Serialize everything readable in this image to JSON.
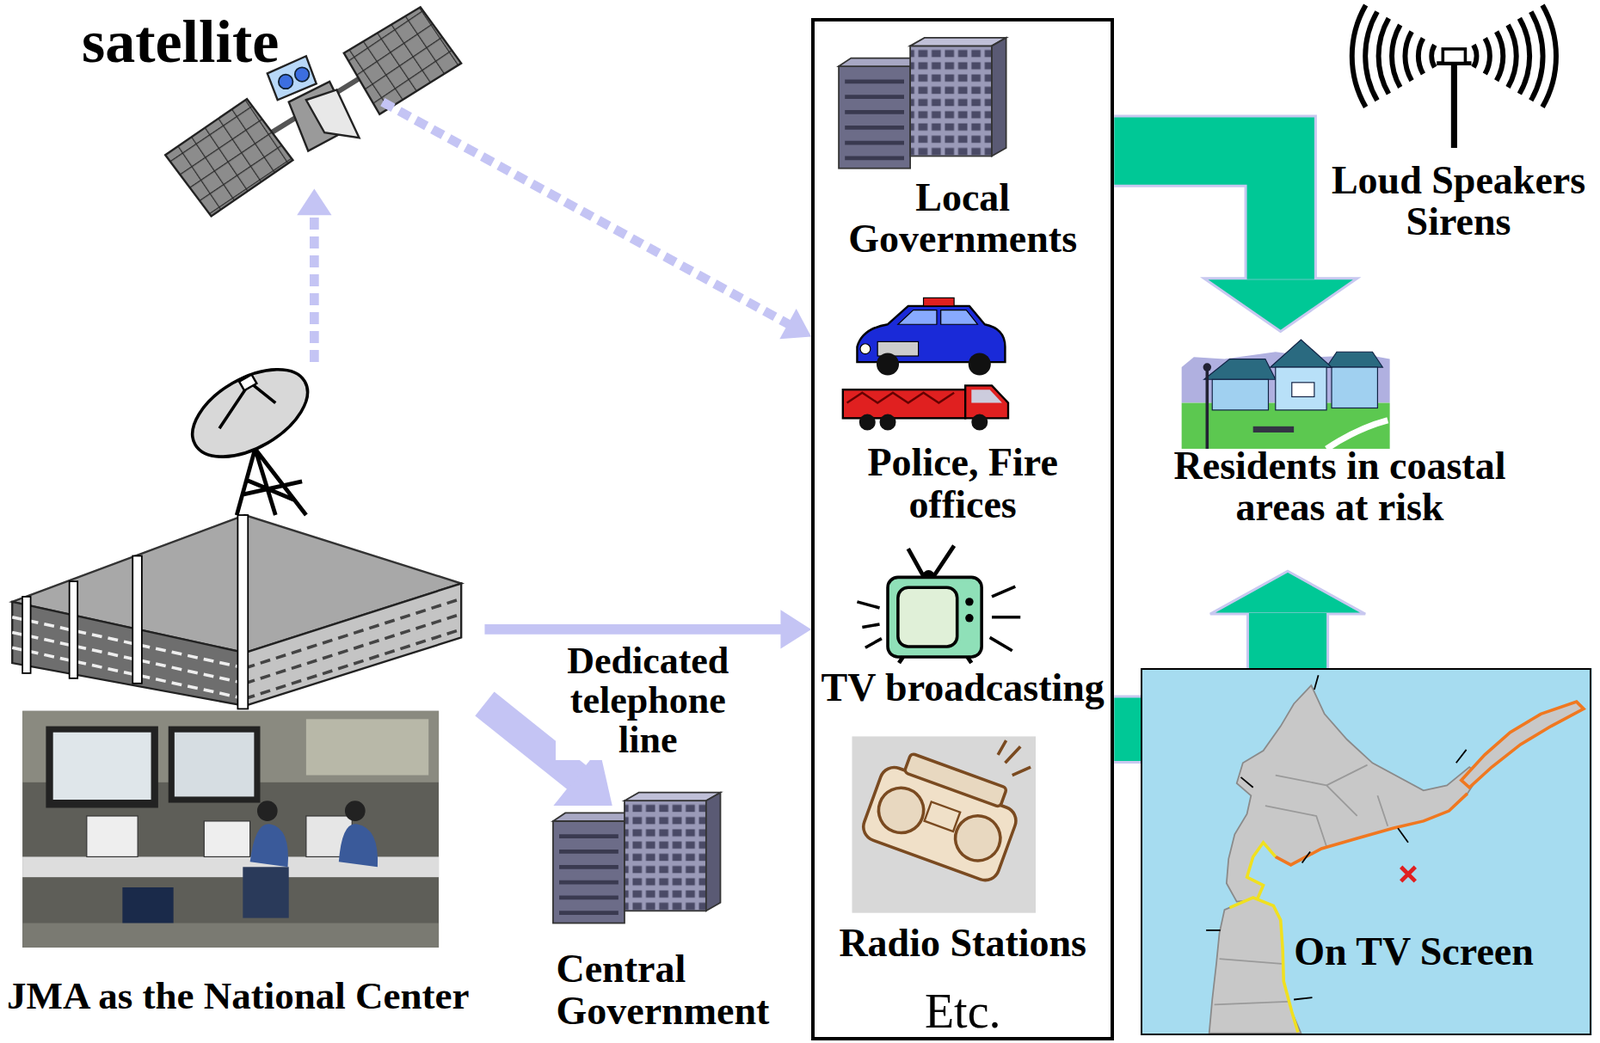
{
  "diagram": {
    "nodes": [
      {
        "text": [
          "satellite"
        ]
      },
      {
        "text": [
          "JMA as the National Center"
        ]
      },
      {
        "text": [
          "Etc."
        ]
      },
      {
        "text": [
          "Local Governments"
        ],
        "in": 2
      },
      {
        "text": [
          "Police, Fire offices"
        ],
        "in": 2
      },
      {
        "text": [
          "TV broadcasting"
        ],
        "in": 2
      },
      {
        "text": [
          "Radio Stations"
        ],
        "in": 2
      },
      {
        "text": [
          "Central Government"
        ]
      },
      {
        "text": [
          "Residents in coastal areas at risk"
        ]
      },
      {
        "text": [
          "On TV Screen"
        ]
      }
    ],
    "edges": [
      {
        "from": 1,
        "to": 0,
        "arrow": "to"
      },
      {
        "from": 0,
        "to": 2,
        "arrow": "to"
      },
      {
        "from": 1,
        "to": 2,
        "label": "Dedicated telephone line",
        "arrow": "to"
      },
      {
        "from": 1,
        "to": 7,
        "arrow": "to"
      },
      {
        "from": 2,
        "to": 8,
        "arrow": "to"
      },
      {
        "from": 2,
        "to": 9,
        "arrow": "none"
      },
      {
        "from": 9,
        "to": 8,
        "arrow": "to"
      }
    ],
    "labels": [
      "Loud Speakers Sirens"
    ]
  }
}
